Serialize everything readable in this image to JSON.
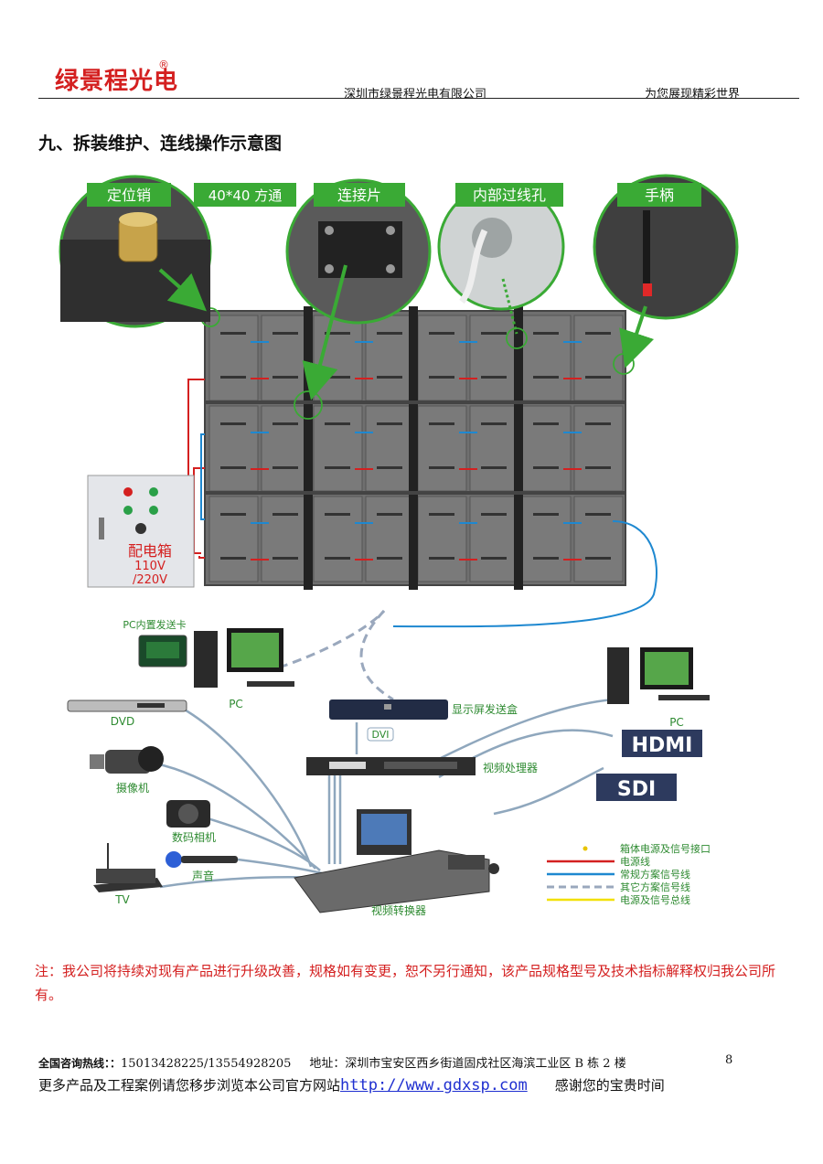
{
  "header": {
    "logo_text": "绿景程光电",
    "logo_mark": "®",
    "company": "深圳市绿景程光电有限公司",
    "slogan": "为您展现精彩世界"
  },
  "section_title": "九、拆装维护、连线操作示意图",
  "diagram": {
    "callouts": [
      "定位销",
      "40*40 方通",
      "连接片",
      "内部过线孔",
      "手柄"
    ],
    "dist_box": [
      "配电箱",
      "110V",
      "/220V"
    ],
    "devices": {
      "pc_card": "PC内置发送卡",
      "pc_left": "PC",
      "pc_right": "PC",
      "dvd": "DVD",
      "camcorder": "摄像机",
      "camera": "数码相机",
      "audio": "声音",
      "tv": "TV",
      "sender_box": "显示屏发送盒",
      "dvi": "DVI",
      "processor": "视频处理器",
      "switcher": "视频转换器",
      "hdmi": "HDMI",
      "sdi": "SDI"
    },
    "legend": [
      {
        "label": "箱体电源及信号接口",
        "color": "#e8c400",
        "style": "dot"
      },
      {
        "label": "电源线",
        "color": "#d42020",
        "style": "solid"
      },
      {
        "label": "常规方案信号线",
        "color": "#1e88d0",
        "style": "solid"
      },
      {
        "label": "其它方案信号线",
        "color": "#9aa8bd",
        "style": "dashed"
      },
      {
        "label": "电源及信号总线",
        "color": "#f2e000",
        "style": "solid"
      }
    ]
  },
  "notice": "注：我公司将持续对现有产品进行升级改善，规格如有变更，恕不另行通知，该产品规格型号及技术指标解释权归我公司所有。",
  "footer": {
    "hotline_label": "全国咨询热线：：",
    "hotline": "15013428225/13554928205",
    "address": "地址：深圳市宝安区西乡街道固戍社区海滨工业区 B 栋 2 楼",
    "page": "8",
    "more_text": "更多产品及工程案例请您移步浏览本公司官方网站",
    "website": "http://www.gdxsp.com",
    "thanks": "感谢您的宝贵时间"
  }
}
